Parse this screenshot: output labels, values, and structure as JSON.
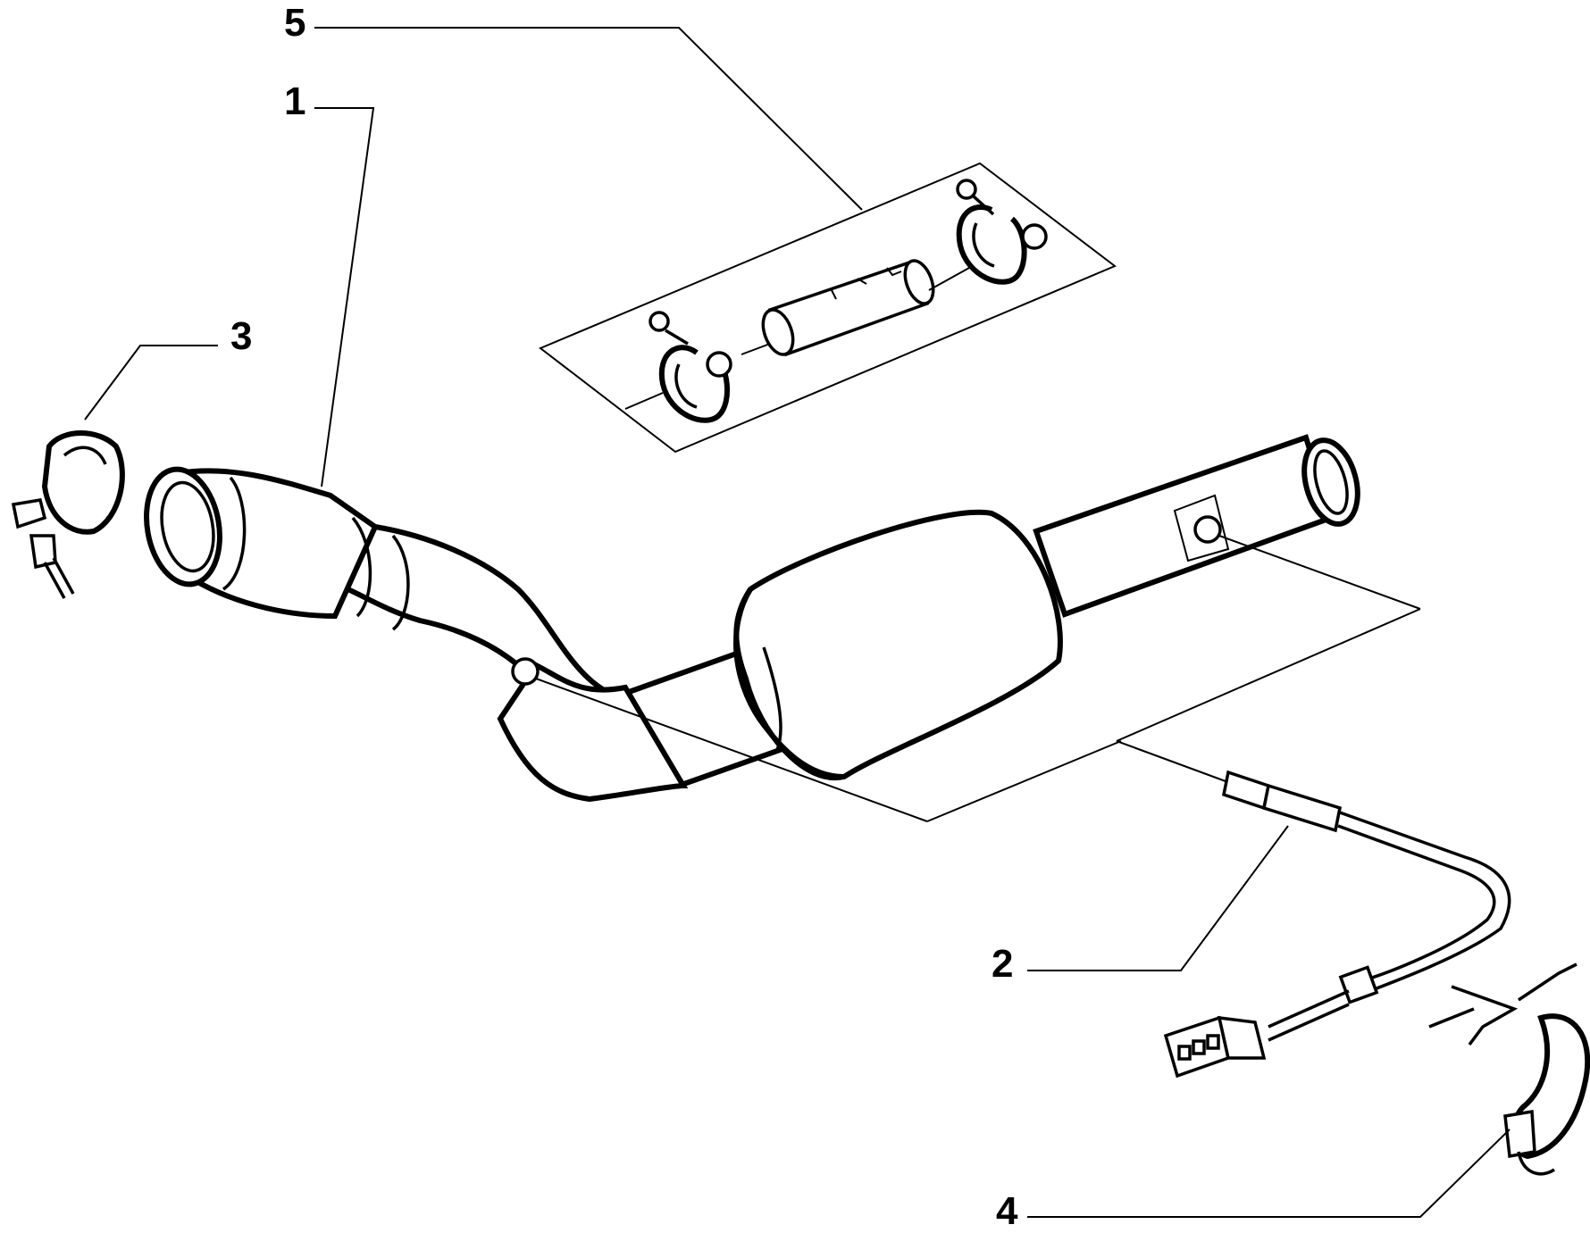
{
  "diagram": {
    "callouts": [
      {
        "id": "1",
        "label": "1",
        "part": "catalytic-converter-pipe"
      },
      {
        "id": "2",
        "label": "2",
        "part": "lambda-sensor"
      },
      {
        "id": "3",
        "label": "3",
        "part": "mounting-clamp-left"
      },
      {
        "id": "4",
        "label": "4",
        "part": "mounting-clamp-right"
      },
      {
        "id": "5",
        "label": "5",
        "part": "sleeve-and-clamp-kit"
      }
    ],
    "colors": {
      "ink": "#000000",
      "paper": "#ffffff"
    }
  }
}
